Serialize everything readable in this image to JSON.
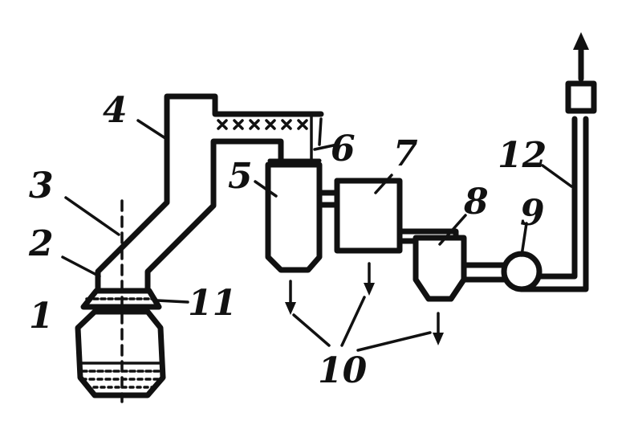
{
  "labels": {
    "l1": "1",
    "l2": "2",
    "l3": "3",
    "l4": "4",
    "l5": "5",
    "l6": "6",
    "l7": "7",
    "l8": "8",
    "l9": "9",
    "l10": "10",
    "l11": "11",
    "l12": "12"
  },
  "colors": {
    "ink": "#111111",
    "background": "#ffffff"
  }
}
